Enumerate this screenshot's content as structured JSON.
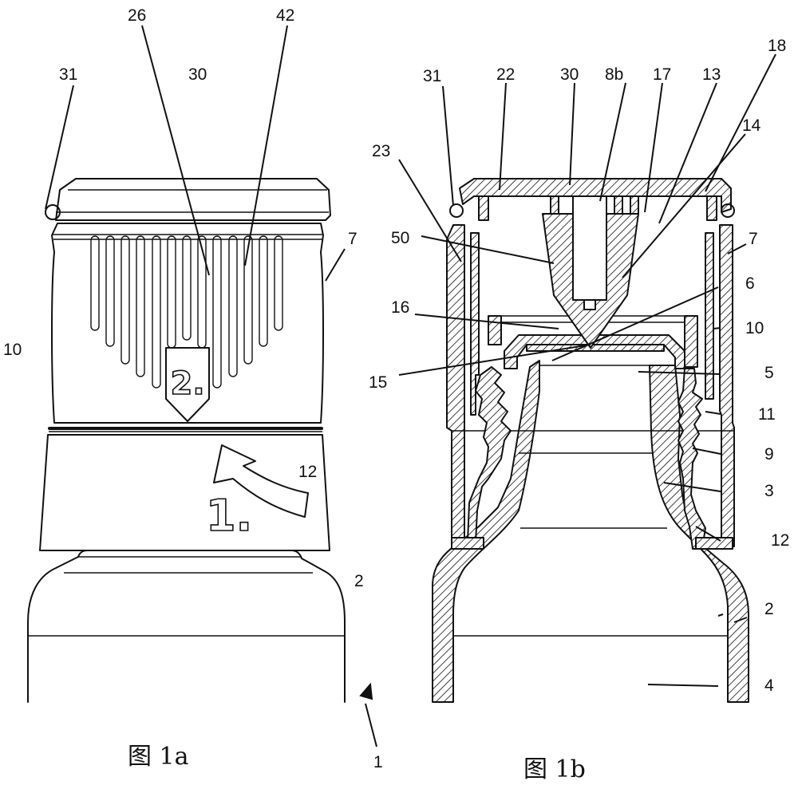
{
  "figure_a": {
    "caption": "图 1a",
    "labels": {
      "l31": "31",
      "l26": "26",
      "l30": "30",
      "l42": "42",
      "l7": "7",
      "l10": "10",
      "l12": "12",
      "l2": "2",
      "l1": "1"
    },
    "step_marks": {
      "step1": "1.",
      "step2": "2."
    }
  },
  "figure_b": {
    "caption": "图 1b",
    "labels": {
      "l31": "31",
      "l22": "22",
      "l30": "30",
      "l8b": "8b",
      "l17": "17",
      "l13": "13",
      "l18": "18",
      "l14": "14",
      "l23": "23",
      "l50": "50",
      "l7": "7",
      "l6": "6",
      "l16": "16",
      "l10": "10",
      "l15": "15",
      "l5": "5",
      "l11": "11",
      "l9": "9",
      "l3": "3",
      "l12": "12",
      "l2": "2",
      "l4": "4"
    }
  }
}
